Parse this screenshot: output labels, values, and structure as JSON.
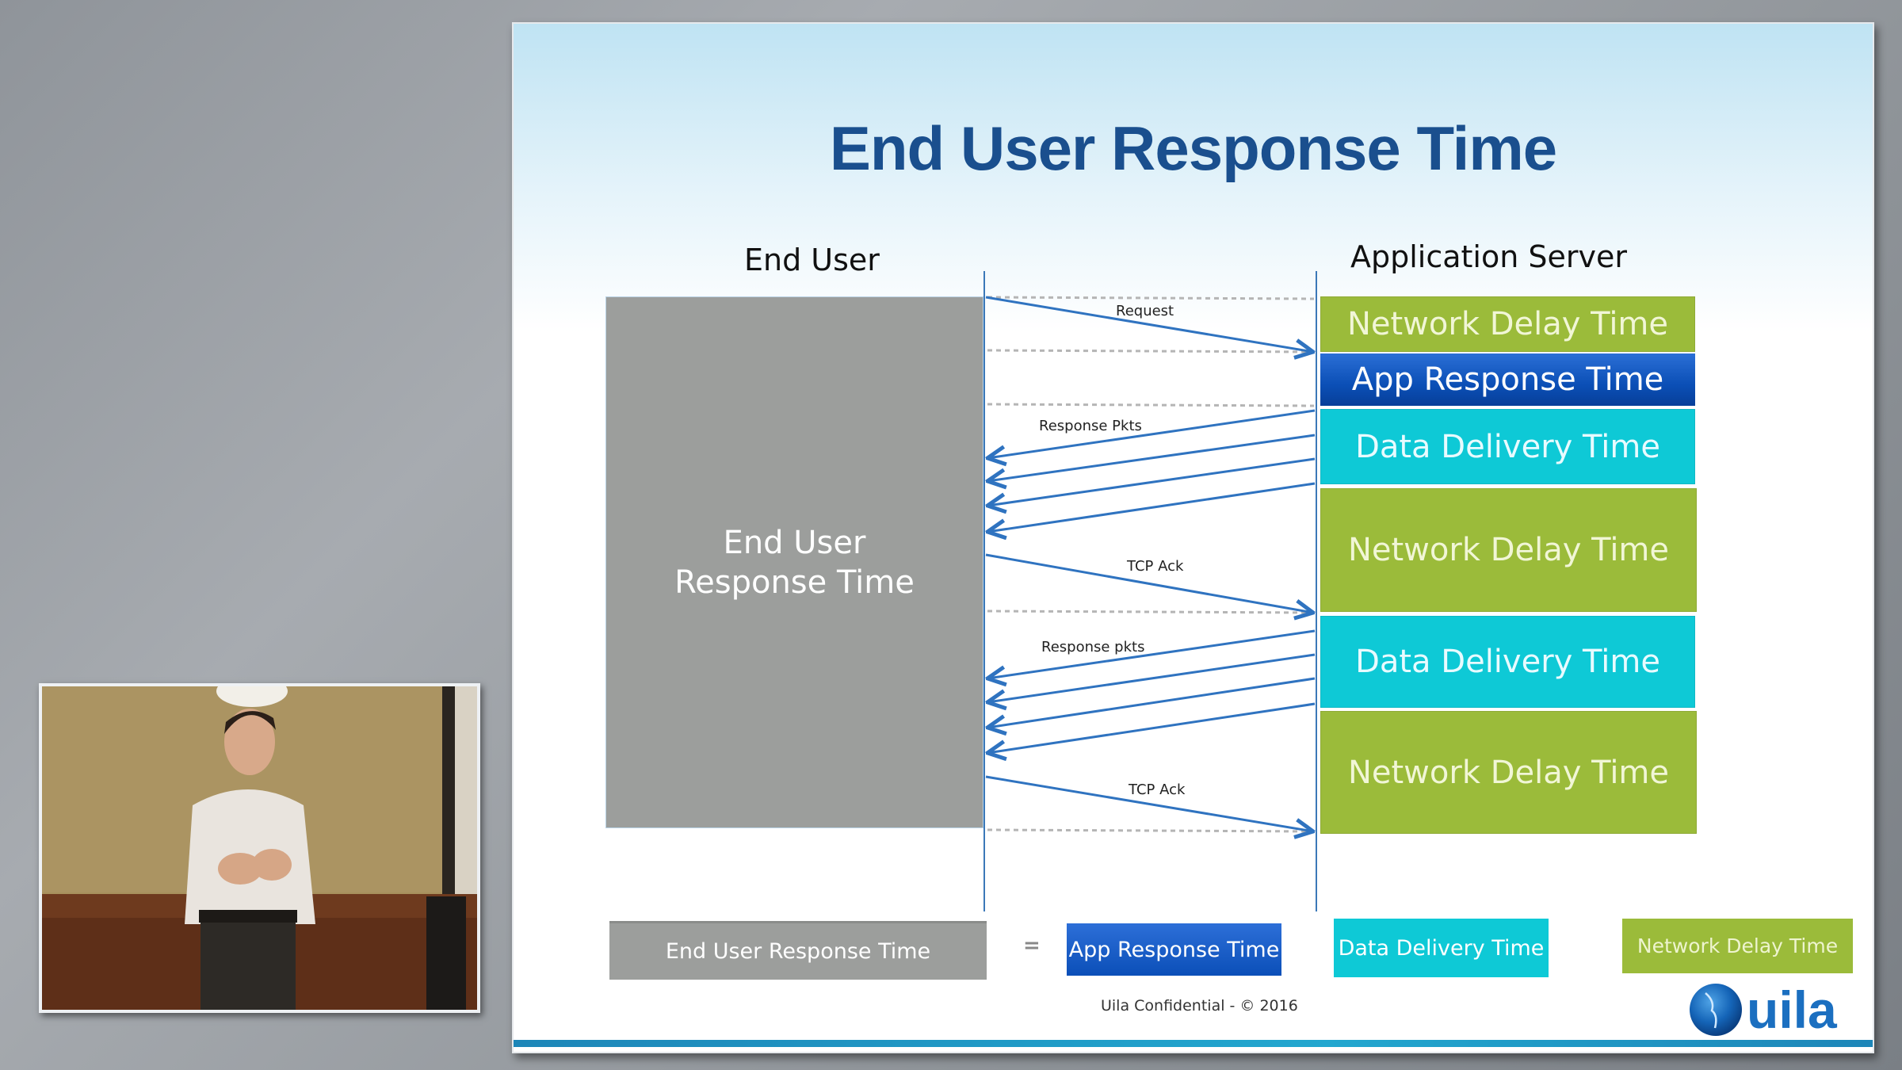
{
  "slide": {
    "title": "End User Response Time",
    "end_user_label": "End User",
    "app_server_label": "Application Server",
    "end_user_box": "End User Response Time",
    "server_segments": [
      {
        "label": "Network Delay Time",
        "type": "network"
      },
      {
        "label": "App Response Time",
        "type": "app"
      },
      {
        "label": "Data Delivery Time",
        "type": "data"
      },
      {
        "label": "Network Delay Time",
        "type": "network"
      },
      {
        "label": "Data Delivery Time",
        "type": "data"
      },
      {
        "label": "Network Delay Time",
        "type": "network"
      }
    ],
    "messages": {
      "request": "Request",
      "response_pkts_1": "Response Pkts",
      "tcp_ack_1": "TCP Ack",
      "response_pkts_2": "Response pkts",
      "tcp_ack_2": "TCP Ack"
    },
    "legend": {
      "end_user": "End User Response Time",
      "equals": "=",
      "app": "App Response Time",
      "data": "Data Delivery Time",
      "network": "Network Delay Time"
    },
    "footer": "Uila Confidential - © 2016",
    "logo_text": "uila"
  },
  "colors": {
    "title": "#1a4f8e",
    "network": "#9bbb3a",
    "app": "#0b4fb6",
    "data": "#0ec9d6",
    "end_user": "#9c9e9c",
    "arrow": "#2f73c0"
  },
  "video_inset": {
    "description_icon": "presenter-video"
  }
}
